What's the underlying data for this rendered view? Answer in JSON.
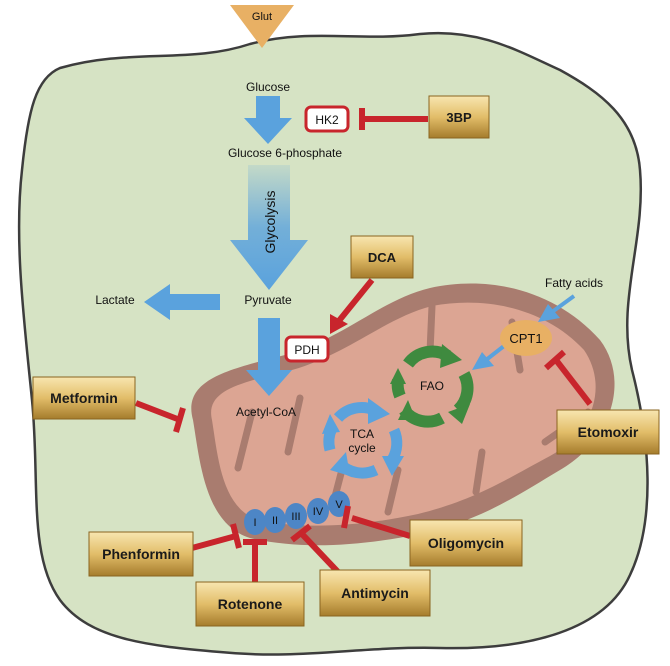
{
  "colors": {
    "cell_fill": "#d6e3c4",
    "cell_stroke": "#3d3d3d",
    "flow_arrow": "#5aa2dd",
    "inhibition": "#c8252c",
    "mito_outer": "#a97c6f",
    "mito_inner": "#dca593",
    "fao_arrow": "#3f8a3f",
    "drug_box": "#e0bd6c",
    "transporter": "#e8b064"
  },
  "transporter": {
    "label": "Glut"
  },
  "metabolites": {
    "glucose": "Glucose",
    "g6p": "Glucose 6-phosphate",
    "pathway": "Glycolysis",
    "pyruvate": "Pyruvate",
    "lactate": "Lactate",
    "acetyl_coa": "Acetyl-CoA",
    "fatty_acids": "Fatty acids"
  },
  "enzymes": {
    "hk2": "HK2",
    "pdh": "PDH",
    "cpt1": "CPT1"
  },
  "cycles": {
    "fao": "FAO",
    "tca_line1": "TCA",
    "tca_line2": "cycle"
  },
  "complexes": [
    "I",
    "II",
    "III",
    "IV",
    "V"
  ],
  "drugs": {
    "bp3": "3BP",
    "dca": "DCA",
    "metformin": "Metformin",
    "etomoxir": "Etomoxir",
    "phenformin": "Phenformin",
    "oligomycin": "Oligomycin",
    "rotenone": "Rotenone",
    "antimycin": "Antimycin"
  }
}
